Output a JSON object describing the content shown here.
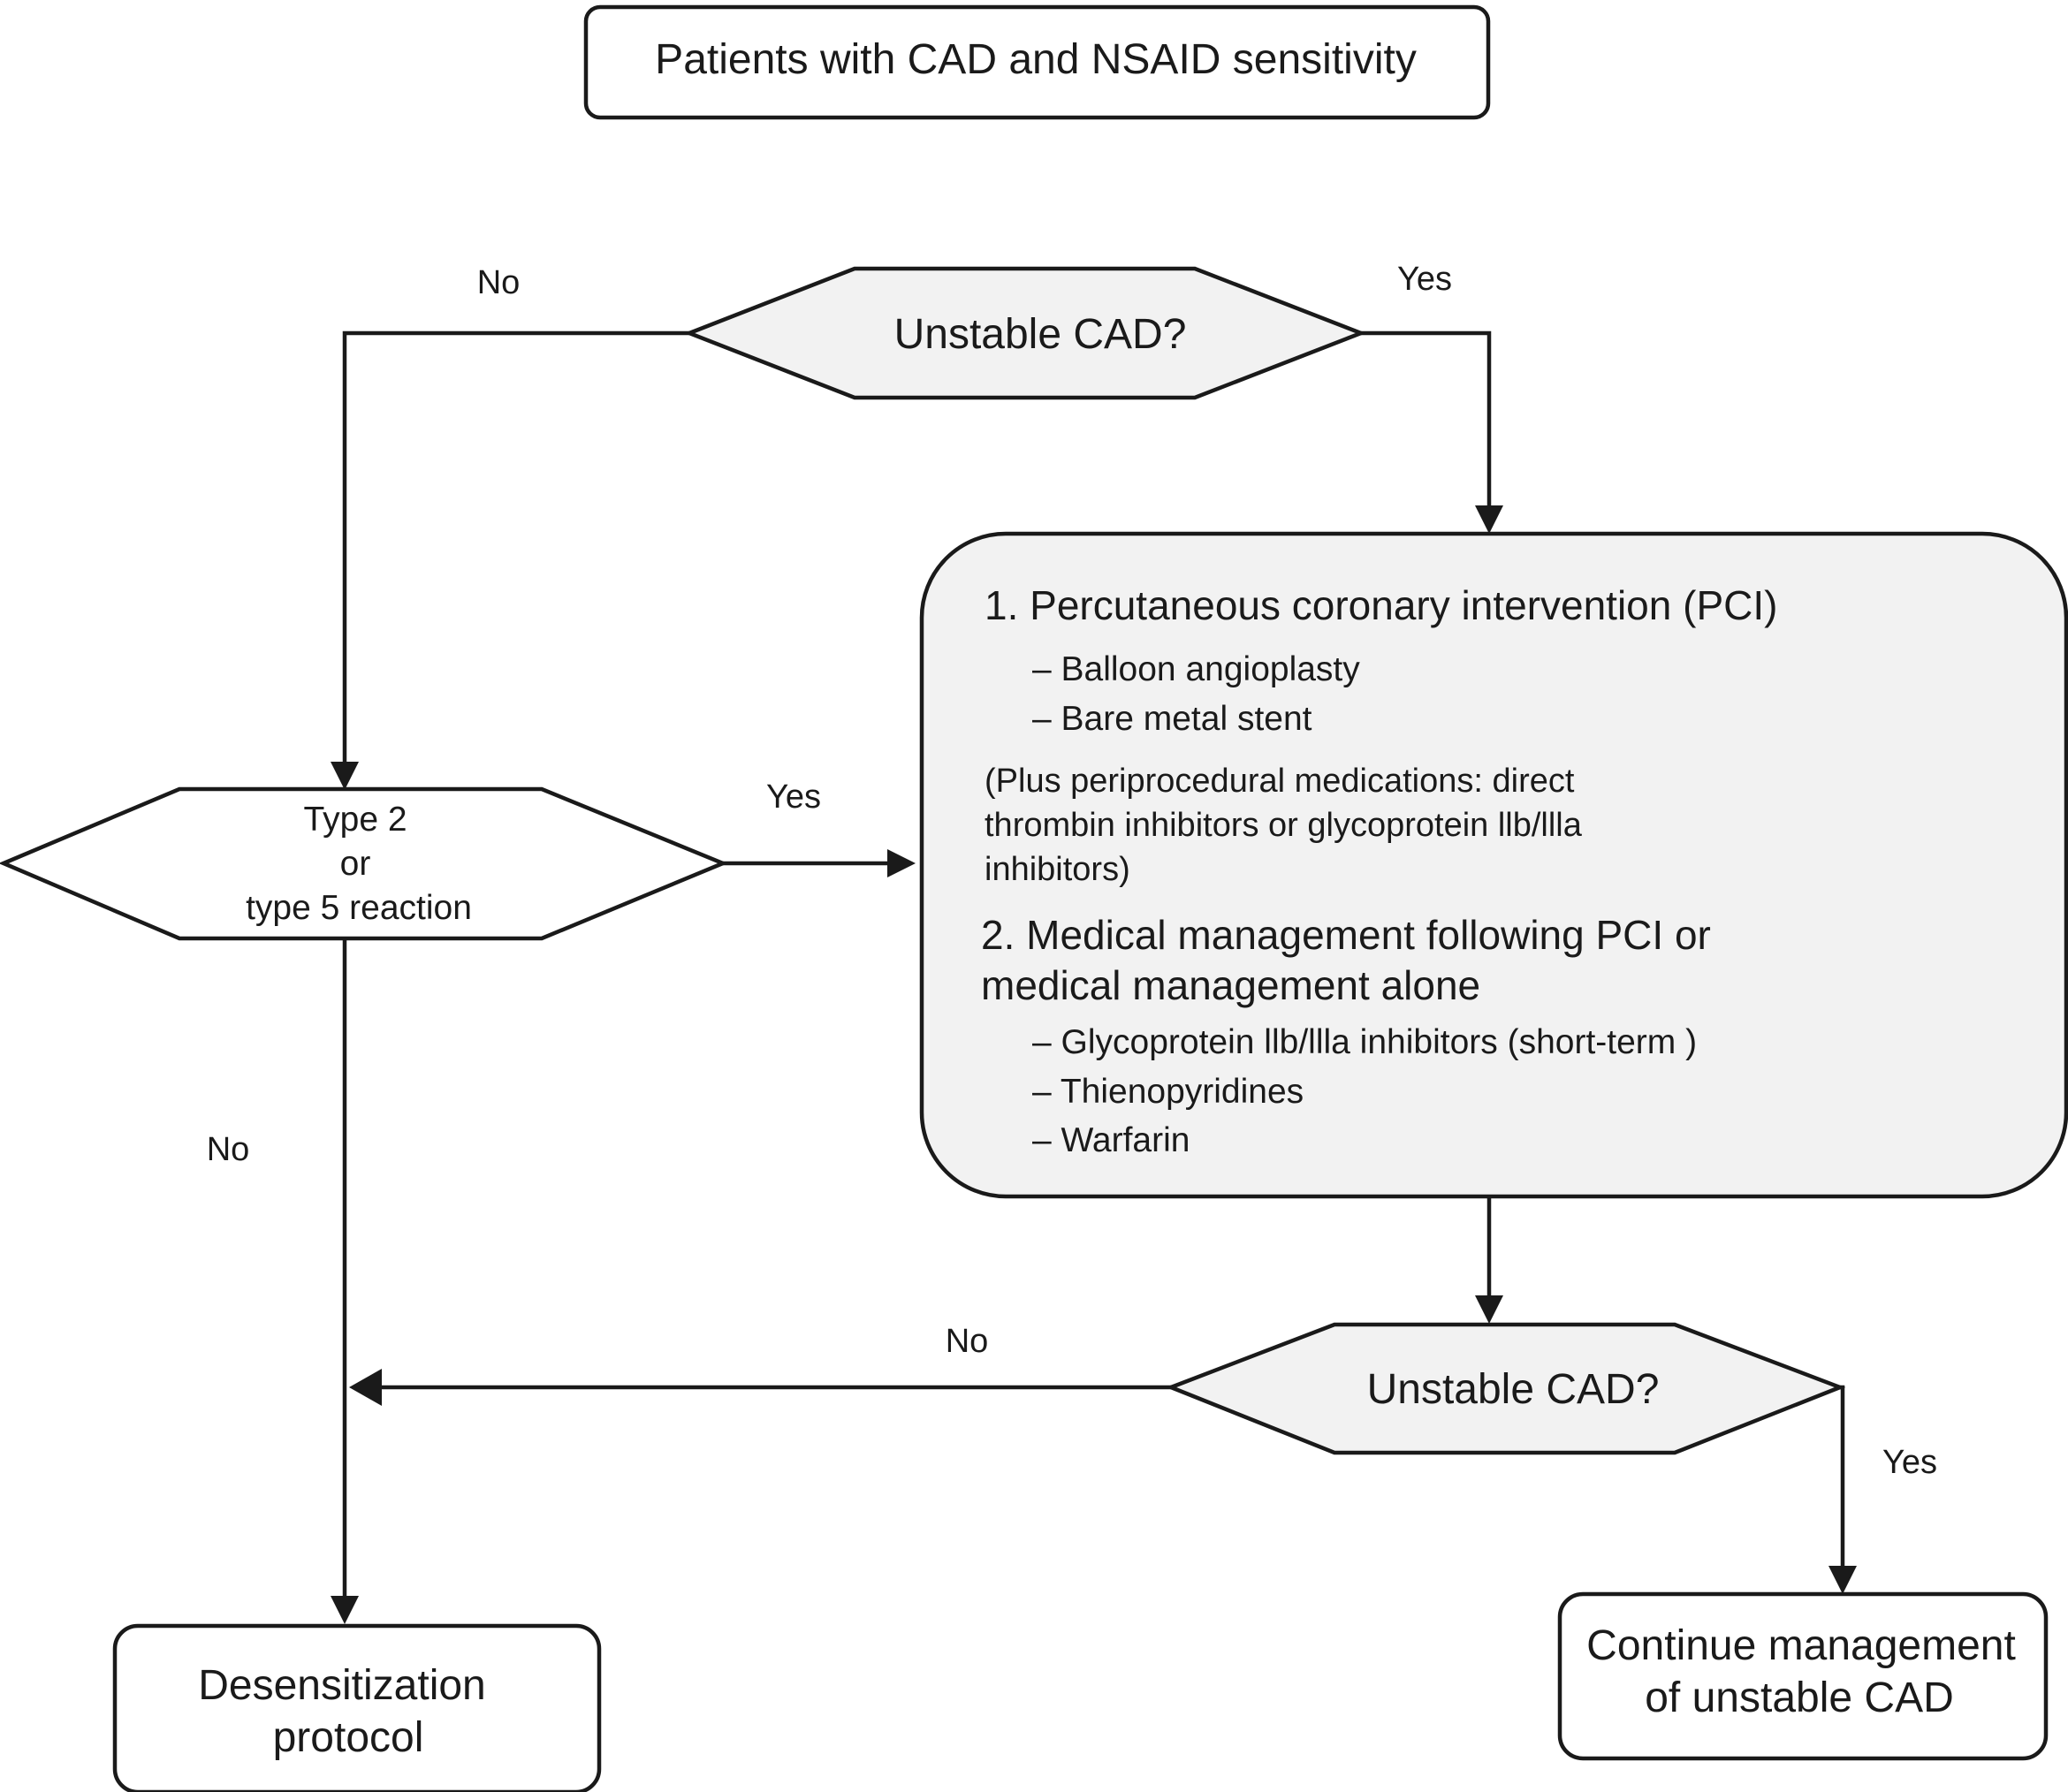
{
  "nodes": {
    "start": "Patients with CAD and NSAID sensitivity",
    "decision_top": "Unstable CAD?",
    "decision_reaction": {
      "line1": "Type 2",
      "line2": "or",
      "line3": "type 5 reaction"
    },
    "treatment": {
      "pci_heading": "1. Percutaneous coronary intervention (PCI)",
      "pci_items": [
        "– Balloon angioplasty",
        "– Bare metal stent"
      ],
      "periprocedural_note": [
        "(Plus periprocedural medications: direct",
        "thrombin inhibitors or glycoprotein llb/llla",
        "inhibitors)"
      ],
      "medical_heading": [
        "2. Medical management following PCI or",
        "medical management alone"
      ],
      "medical_items": [
        "– Glycoprotein llb/llla inhibitors (short-term )",
        "– Thienopyridines",
        "– Warfarin"
      ]
    },
    "decision_bottom": "Unstable CAD?",
    "desensitization": {
      "line1": "Desensitization",
      "line2": "protocol"
    },
    "continue": {
      "line1": "Continue management",
      "line2": "of unstable CAD"
    }
  },
  "edge_labels": {
    "top_no": "No",
    "top_yes": "Yes",
    "reaction_yes": "Yes",
    "reaction_no": "No",
    "bottom_no": "No",
    "bottom_yes": "Yes"
  }
}
